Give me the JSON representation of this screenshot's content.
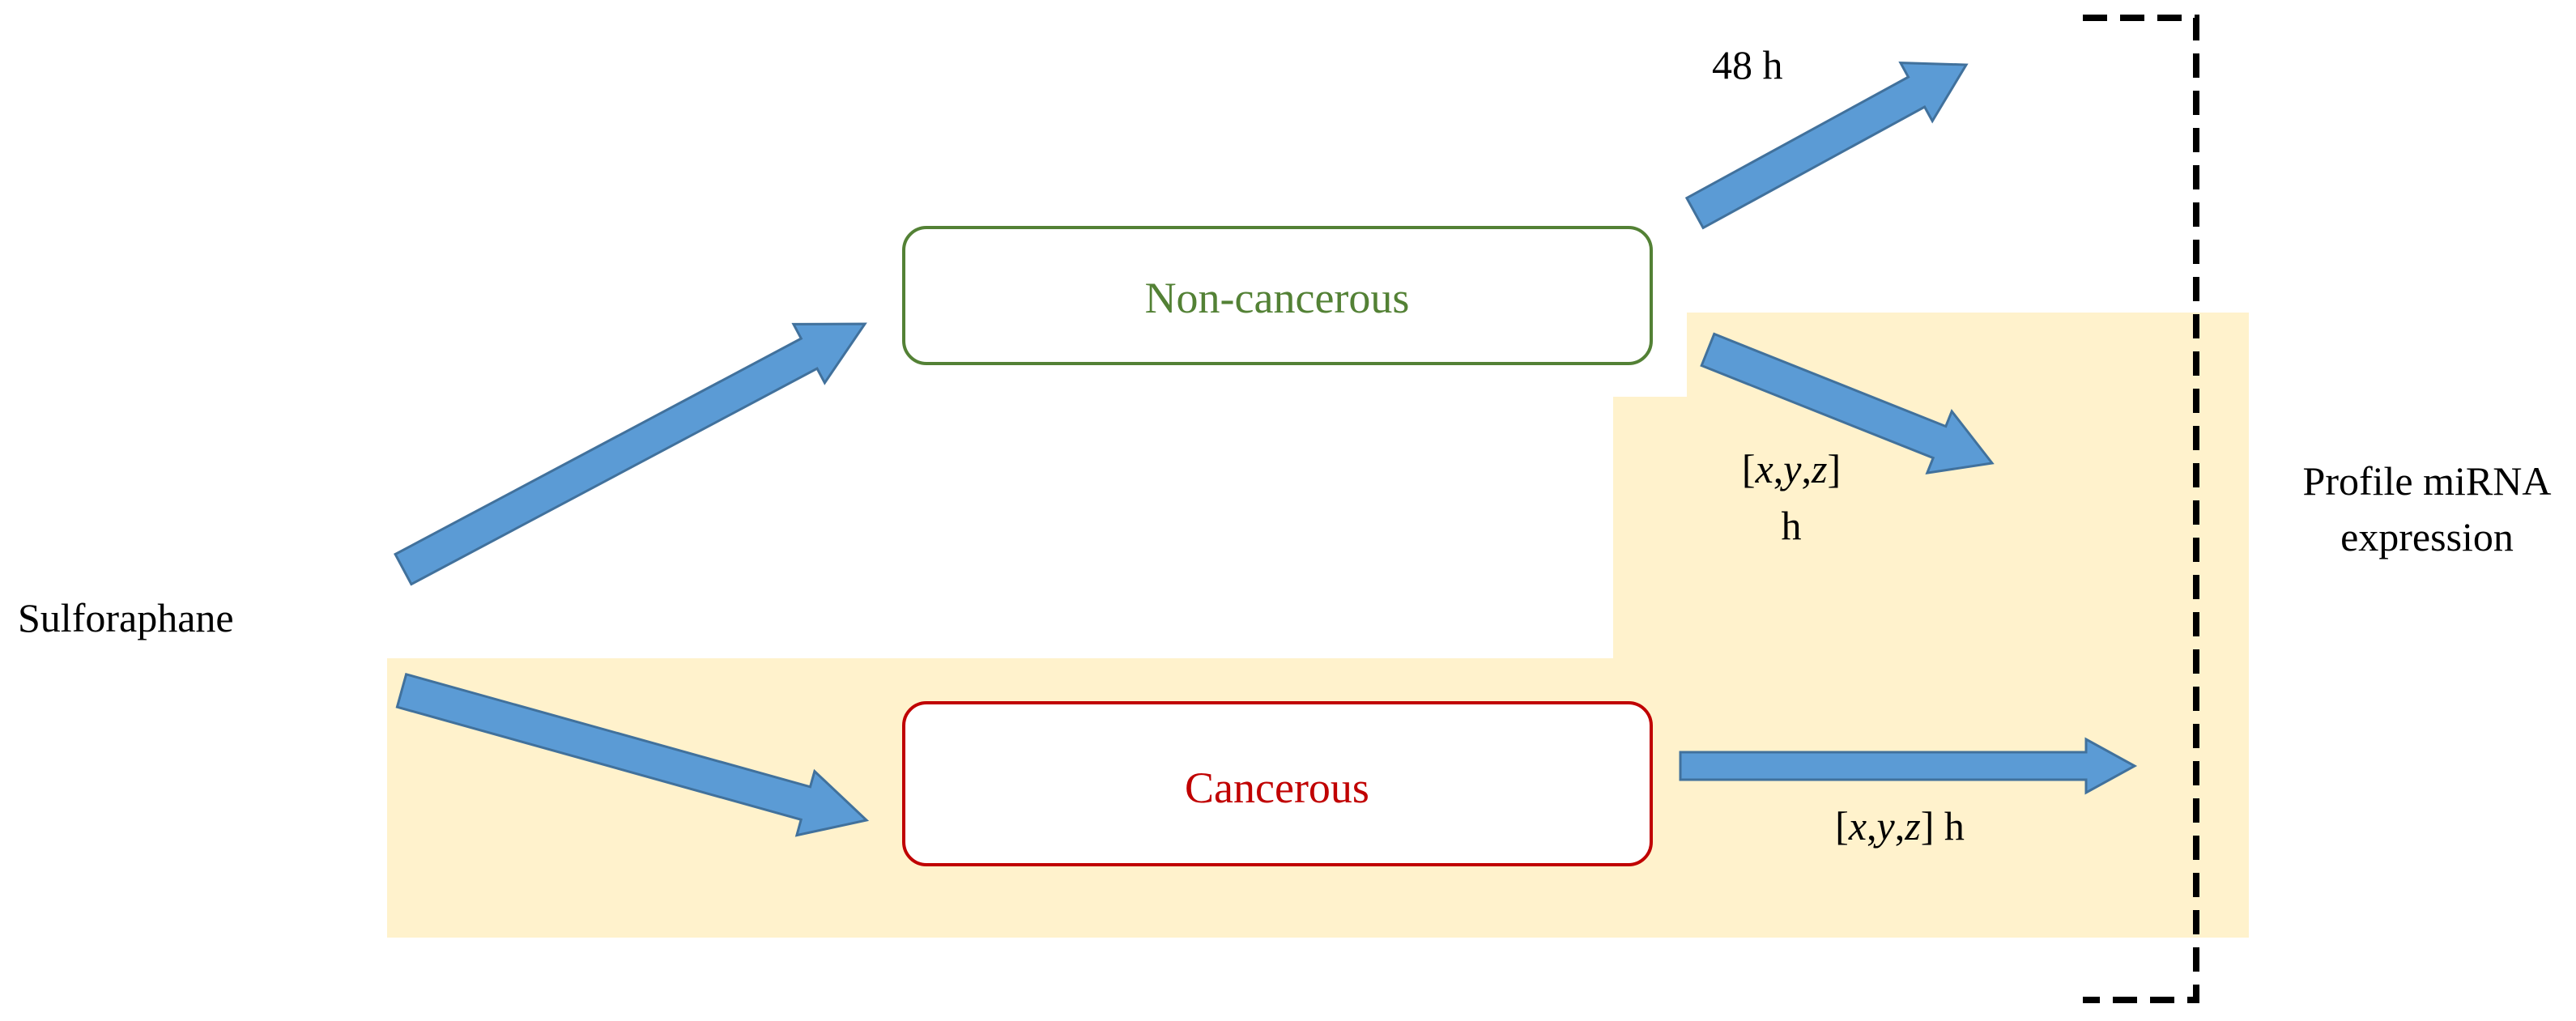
{
  "source_label": "Sulforaphane",
  "nodes": {
    "non_cancerous": {
      "label": "Non-cancerous",
      "color": "#538135"
    },
    "cancerous": {
      "label": "Cancerous",
      "color": "#c00000"
    }
  },
  "time_labels": {
    "noncancer_48h": "48 h",
    "noncancer_var": {
      "open": "[",
      "vars": [
        "x",
        "y",
        "z"
      ],
      "close": "]",
      "unit": "h"
    },
    "cancer_var": {
      "open": "[",
      "vars": [
        "x",
        "y",
        "z"
      ],
      "close": "]",
      "unit": "h"
    }
  },
  "outcome_label": {
    "line1": "Profile miRNA",
    "line2": "expression"
  },
  "colors": {
    "arrow_fill": "#5b9bd5",
    "arrow_stroke": "#41719c",
    "highlight": "#fff2cc",
    "bracket": "#000000"
  }
}
